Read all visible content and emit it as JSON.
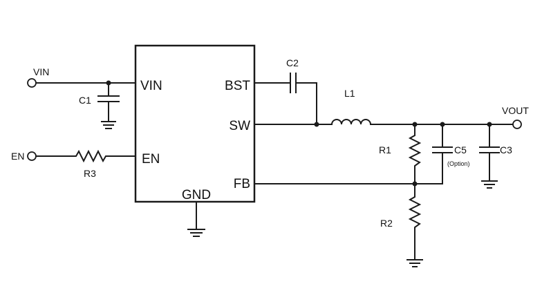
{
  "ic": {
    "pins": {
      "vin": "VIN",
      "en": "EN",
      "bst": "BST",
      "sw": "SW",
      "fb": "FB",
      "gnd": "GND"
    }
  },
  "nets": {
    "vin": "VIN",
    "en": "EN",
    "vout": "VOUT"
  },
  "components": {
    "c1": "C1",
    "c2": "C2",
    "c3": "C3",
    "c5": "C5",
    "c5_note": "(Option)",
    "l1": "L1",
    "r1": "R1",
    "r2": "R2",
    "r3": "R3"
  }
}
